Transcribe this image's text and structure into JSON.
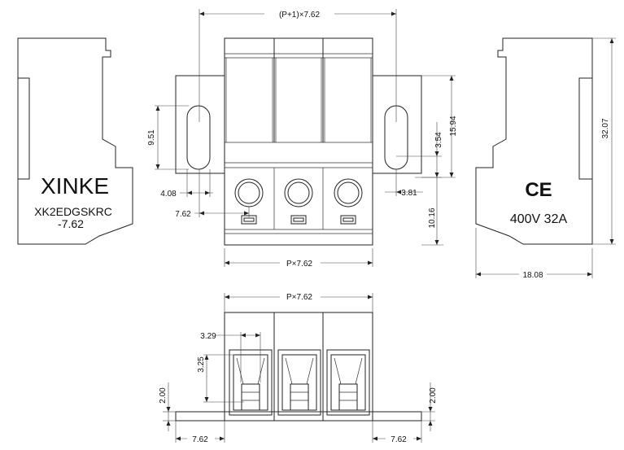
{
  "brand": "XINKE",
  "model_line1": "XK2EDGSKRC",
  "model_line2": "-7.62",
  "ce_mark": "CE",
  "rating": "400V  32A",
  "dimensions": {
    "top_pitch": "(P+1)×7.62",
    "bottom_pitch": "P×7.62",
    "plan_pitch": "P×7.62",
    "slot_height": "9.51",
    "slot_offset_left": "4.08",
    "hole_offset": "7.62",
    "right_slot_height": "3.54",
    "total_height_front": "15.94",
    "right_offset": "3.81",
    "lower_height": "10.16",
    "side_height": "32.07",
    "side_depth": "18.08",
    "cage_width": "3.29",
    "cage_height": "3.25",
    "flange_left": "2.00",
    "flange_right": "2.00",
    "end_left": "7.62",
    "end_right": "7.62"
  }
}
